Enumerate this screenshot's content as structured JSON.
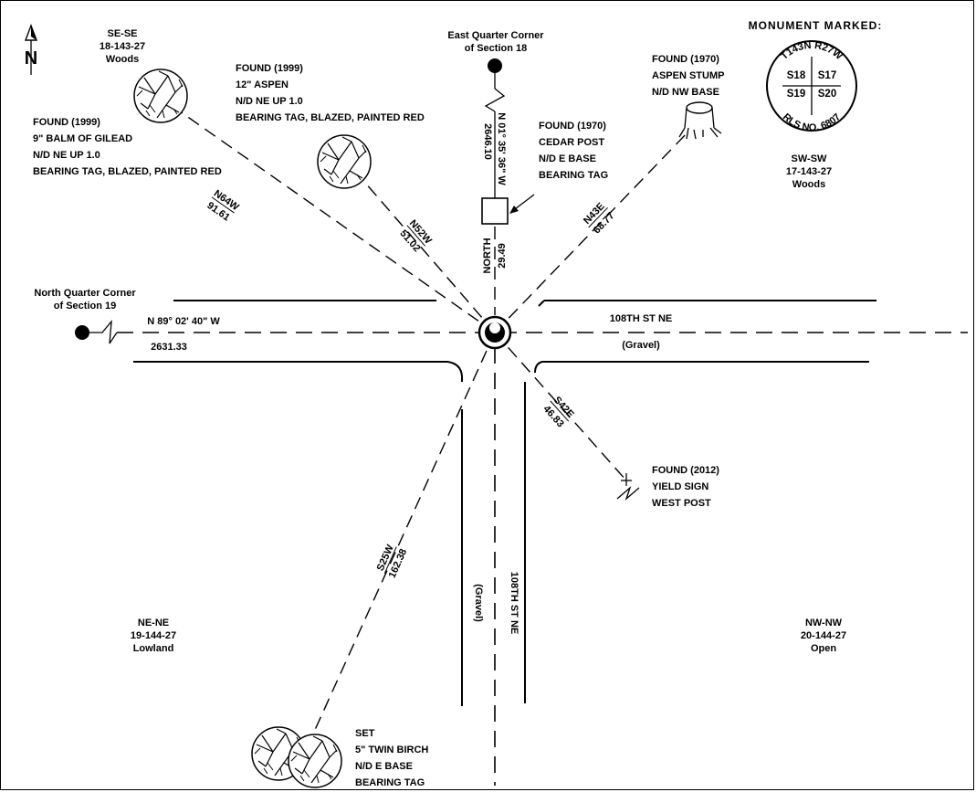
{
  "north_arrow": {
    "label": "N"
  },
  "monument": {
    "heading": "MONUMENT MARKED:",
    "township_range": "T143N R27W",
    "township": "T143N",
    "range": "R27W",
    "q_nw": "S18",
    "q_ne": "S17",
    "q_sw": "S19",
    "q_se": "S20",
    "rls": "RLS NO. 6807"
  },
  "corners": {
    "east_quarter": [
      "East Quarter Corner",
      "of Section 18"
    ],
    "north_quarter": [
      "North Quarter Corner",
      "of Section 19"
    ]
  },
  "quadrants": {
    "se_se": [
      "SE-SE",
      "18-143-27",
      "Woods"
    ],
    "sw_sw": [
      "SW-SW",
      "17-143-27",
      "Woods"
    ],
    "ne_ne": [
      "NE-NE",
      "19-144-27",
      "Lowland"
    ],
    "nw_nw": [
      "NW-NW",
      "20-144-27",
      "Open"
    ]
  },
  "witnesses": {
    "balm": [
      "FOUND (1999)",
      "9\" BALM OF GILEAD",
      "N/D NE UP 1.0",
      "BEARING TAG, BLAZED, PAINTED RED"
    ],
    "aspen": [
      "FOUND (1999)",
      "12\" ASPEN",
      "N/D NE UP 1.0",
      "BEARING TAG, BLAZED, PAINTED RED"
    ],
    "cedar": [
      "FOUND (1970)",
      "CEDAR POST",
      "N/D E BASE",
      "BEARING TAG"
    ],
    "stump": [
      "FOUND (1970)",
      "ASPEN STUMP",
      "N/D NW BASE"
    ],
    "yield": [
      "FOUND (2012)",
      "YIELD SIGN",
      "WEST POST"
    ],
    "birch": [
      "SET",
      "5\" TWIN BIRCH",
      "N/D E BASE",
      "BEARING TAG"
    ]
  },
  "bearings": {
    "n64w": "N64W",
    "d_n64w": "91.61",
    "n52w": "N52W",
    "d_n52w": "51.02",
    "north": "NORTH",
    "d_north": "29.49",
    "n43e": "N43E",
    "d_n43e": "68.77",
    "s42e": "S42E",
    "d_s42e": "46.83",
    "s25w": "S25W",
    "d_s25w": "162.38"
  },
  "section_lines": {
    "north_bearing": "N 01° 35' 36\" W",
    "north_distance": "2646.10",
    "west_bearing": "N 89° 02' 40\" W",
    "west_distance": "2631.33"
  },
  "roads": {
    "east_name": "108TH ST NE",
    "east_surface": "(Gravel)",
    "south_name": "108TH ST NE",
    "south_surface": "(Gravel)"
  }
}
